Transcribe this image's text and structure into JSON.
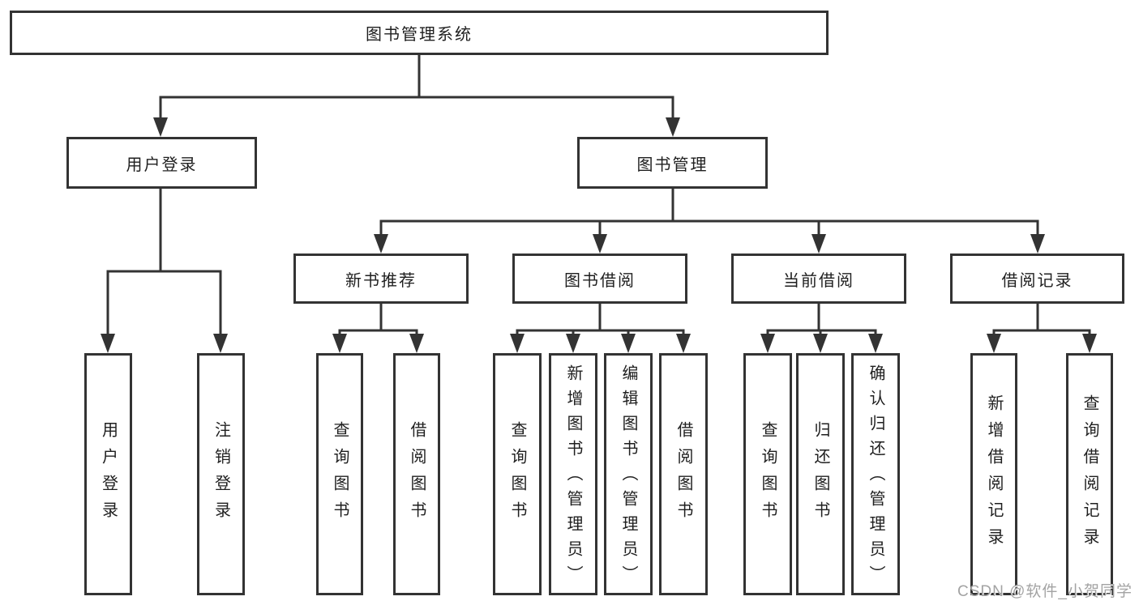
{
  "diagram_type": "functional-structure-tree",
  "colors": {
    "line": "#333333",
    "box_border": "#333333",
    "text": "#1f1f1f",
    "watermark": "#a3a3a3",
    "background": "#ffffff"
  },
  "tree": {
    "root": "图书管理系统",
    "branches": [
      {
        "label": "用户登录",
        "children": [
          {
            "label": "用户登录"
          },
          {
            "label": "注销登录"
          }
        ]
      },
      {
        "label": "图书管理",
        "children": [
          {
            "label": "新书推荐",
            "children": [
              {
                "label": "查询图书"
              },
              {
                "label": "借阅图书"
              }
            ]
          },
          {
            "label": "图书借阅",
            "children": [
              {
                "label": "查询图书"
              },
              {
                "label": "新增图书（管理员）"
              },
              {
                "label": "编辑图书（管理员）"
              },
              {
                "label": "借阅图书"
              }
            ]
          },
          {
            "label": "当前借阅",
            "children": [
              {
                "label": "查询图书"
              },
              {
                "label": "归还图书"
              },
              {
                "label": "确认归还（管理员）"
              }
            ]
          },
          {
            "label": "借阅记录",
            "children": [
              {
                "label": "新增借阅记录"
              },
              {
                "label": "查询借阅记录"
              }
            ]
          }
        ]
      }
    ]
  },
  "watermark": {
    "text": "CSDN @软件_小贺同学"
  }
}
